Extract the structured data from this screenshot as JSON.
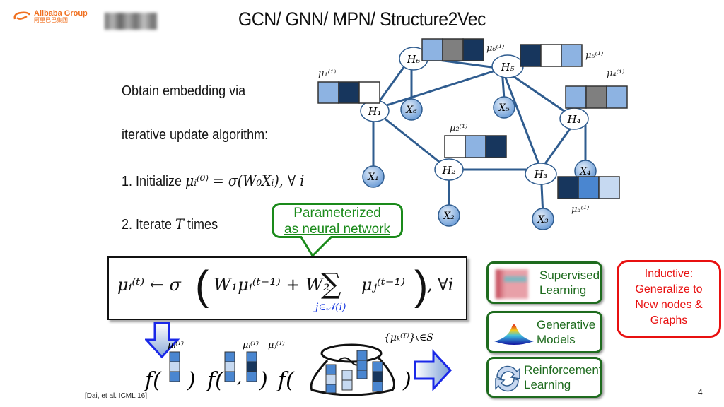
{
  "header": {
    "logo_brand": "Alibaba Group",
    "logo_chinese": "阿里巴巴集团",
    "title": "GCN/ GNN/ MPN/ Structure2Vec"
  },
  "body_text": {
    "line1": "Obtain embedding via",
    "line2": "iterative update algorithm:",
    "step1_prefix": "1.   Initialize ",
    "step1_math": "μᵢ⁽⁰⁾ = σ(W₀Xᵢ), ∀ i",
    "step2_prefix": "2.   Iterate ",
    "step2_var": "T",
    "step2_suffix": " times"
  },
  "callout": {
    "line1": "Parameterized",
    "line2": "as neural network"
  },
  "formula": {
    "lhs": "μᵢ⁽ᵗ⁾ ← σ",
    "term1": "W₁μᵢ⁽ᵗ⁻¹⁾ + W₂",
    "sum_symbol": "∑",
    "sum_sub": "j∈𝒩(i)",
    "term2": "μⱼ⁽ᵗ⁻¹⁾",
    "tail": ", ∀i"
  },
  "graph": {
    "hidden_nodes": [
      "H1",
      "H2",
      "H3",
      "H4",
      "H5",
      "H6"
    ],
    "input_nodes": [
      "X1",
      "X2",
      "X3",
      "X4",
      "X5",
      "X6"
    ],
    "embedding_labels": [
      "μ1(1)",
      "μ2(1)",
      "μ3(1)",
      "μ4(1)",
      "μ5(1)",
      "μ6(1)"
    ],
    "colors": {
      "light": "#8db3e2",
      "dark": "#17365d",
      "gray": "#7f7f7f",
      "white": "#ffffff",
      "mid": "#4a86d0",
      "pale": "#c6d9f1",
      "edge": "#2f5c8f"
    }
  },
  "readouts": {
    "f_label": "f(",
    "close": ")",
    "mu_i_T": "μᵢ⁽ᵀ⁾",
    "mu_j_T": "μⱼ⁽ᵀ⁾",
    "set_label": "{μₖ⁽ᵀ⁾}ₖ∈S"
  },
  "applications": [
    {
      "line1": "Supervised",
      "line2": "Learning",
      "icon": "supervised-image-icon"
    },
    {
      "line1": "Generative",
      "line2": "Models",
      "icon": "gaussian-surface-icon"
    },
    {
      "line1": "Reinforcement",
      "line2": "Learning",
      "icon": "cycle-arrows-icon"
    }
  ],
  "inductive": {
    "line1": "Inductive:",
    "line2": "Generalize to",
    "line3": "New nodes &",
    "line4": "Graphs"
  },
  "footer": {
    "citation": "[Dai, et al. ICML 16]",
    "page_number": "4"
  }
}
